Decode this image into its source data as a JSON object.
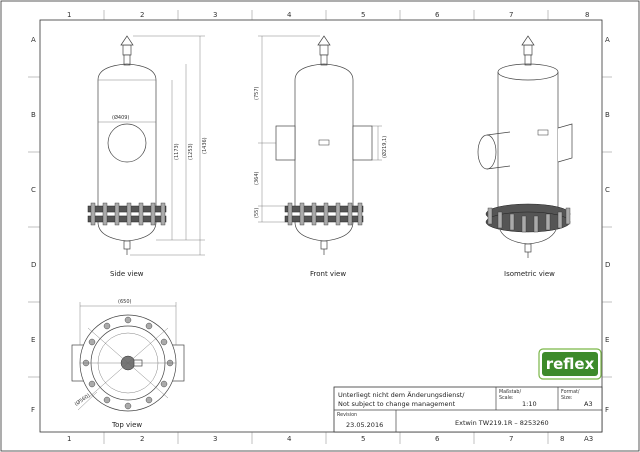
{
  "grid": {
    "columns": [
      "1",
      "2",
      "3",
      "4",
      "5",
      "6",
      "7",
      "8"
    ],
    "rows": [
      "A",
      "B",
      "C",
      "D",
      "E",
      "F"
    ]
  },
  "views": {
    "side": "Side view",
    "front": "Front view",
    "isometric": "Isometric view",
    "top": "Top view"
  },
  "dimensions": {
    "side_diameter": "(Ø409)",
    "side_h1": "(1173)",
    "side_h2": "(1253)",
    "side_h3": "(1436)",
    "front_top": "(757)",
    "front_mid": "(364)",
    "front_low": "(55)",
    "front_pipe": "(Ø219,1)",
    "top_width": "(650)",
    "top_diameter": "(Ø560)"
  },
  "logo": "reflex",
  "title_block": {
    "notice_de": "Unterliegt nicht dem Änderungsdienst/",
    "notice_en": "Not subject to change management",
    "scale_label_de": "Maßstab/",
    "scale_label_en": "Scale:",
    "scale_value": "1:10",
    "format_label_de": "Format/",
    "format_label_en": "Size:",
    "format_value": "A3",
    "revision_label": "Revision",
    "revision_date": "23.05.2016",
    "part_name": "Extwin TW219.1R – 8253260",
    "corner_format": "A3"
  },
  "colors": {
    "logo_green": "#3d8a2a",
    "logo_border": "#7ab648"
  }
}
